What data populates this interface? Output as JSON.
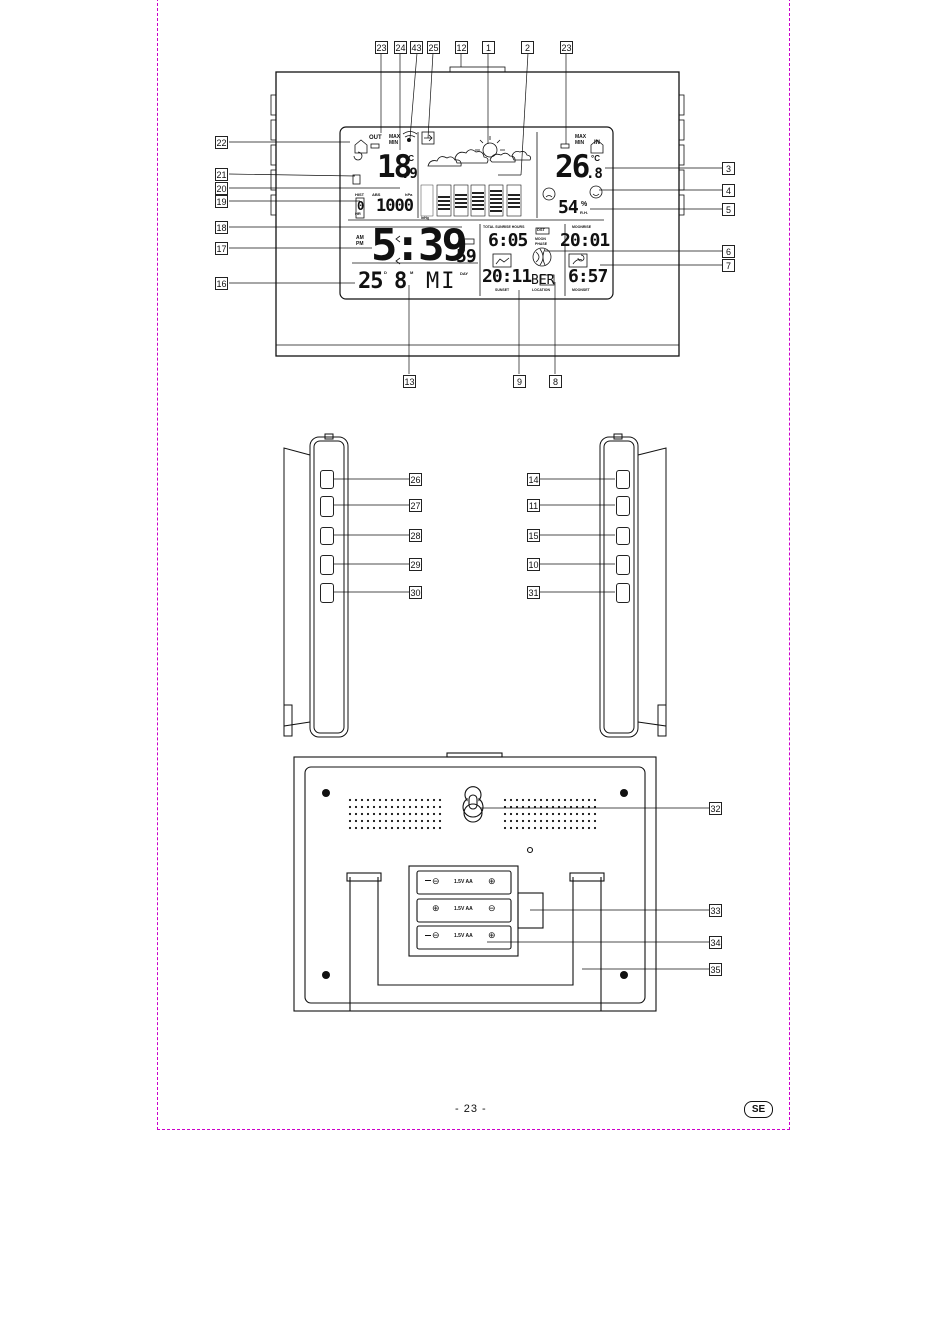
{
  "front_view": {
    "callouts_top": [
      "23",
      "24",
      "43",
      "25",
      "12",
      "1",
      "2",
      "23"
    ],
    "callouts_left": [
      "22",
      "21",
      "20",
      "19",
      "18",
      "17",
      "16"
    ],
    "callouts_right": [
      "3",
      "4",
      "5",
      "6",
      "7"
    ],
    "callouts_bottom": [
      "13",
      "9",
      "8"
    ],
    "display": {
      "out_label": "OUT",
      "in_label": "IN",
      "max_label": "MAX",
      "min_label": "MIN",
      "outdoor_temp_main": "18",
      "outdoor_temp_decimal": ".9",
      "temp_unit": "°C",
      "indoor_temp_main": "26",
      "indoor_temp_decimal": ".8",
      "humidity_value": "54",
      "humidity_unit": "%",
      "rh_label": "R.H.",
      "hist_label": "HIST",
      "hr_label": "HR",
      "hist_digit": "0",
      "abs_label": "ABS",
      "pressure_unit": "hPa",
      "pressure_value": "1000",
      "inhg_label": "inHg",
      "time_ampm": "AM\nPM",
      "time_main": "5:39",
      "time_seconds": "59",
      "day_value": "25",
      "d_label": "D",
      "month_value": "8",
      "m_label": "M",
      "weekday_value": "MI",
      "day_label": "DAY",
      "total_label": "TOTAL SUNRISE HOURS",
      "sunrise_time": "6:05",
      "dst_label": "DST",
      "moonrise_label": "MOONRISE",
      "moonrise_time": "20:01",
      "moon_phase_label": "MOON\nPHASE",
      "sunset_time": "20:11",
      "sunset_label": "SUNSET",
      "location_value": "BER",
      "location_label": "LOCATION",
      "moonset_time": "6:57",
      "moonset_label": "MOONSET"
    }
  },
  "side_views": {
    "left_callouts": [
      "26",
      "27",
      "28",
      "29",
      "30"
    ],
    "right_callouts": [
      "14",
      "11",
      "15",
      "10",
      "31"
    ]
  },
  "back_view": {
    "callouts": [
      "32",
      "33",
      "34",
      "35"
    ],
    "battery_label": "1.5V AA",
    "battery_minus": "⊖",
    "battery_plus": "⊕"
  },
  "footer": {
    "page_number": "- 23 -",
    "language_badge": "SE"
  }
}
